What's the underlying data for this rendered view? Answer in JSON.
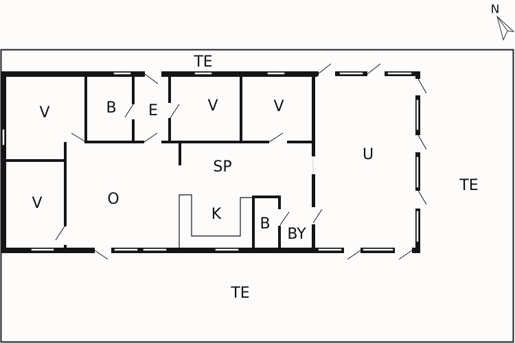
{
  "compass": {
    "label": "N"
  },
  "rooms": {
    "terrace_top": "TE",
    "terrace_right": "TE",
    "terrace_bottom": "TE",
    "bedroom_1": "V",
    "bathroom_1": "B",
    "entrance": "E",
    "bedroom_2": "V",
    "bedroom_3": "V",
    "bedroom_4": "V",
    "living": "O",
    "dining": "SP",
    "kitchen": "K",
    "bathroom_2": "B",
    "utility": "BY",
    "annex": "U"
  },
  "colors": {
    "wall": "#151515",
    "background": "#fdfcfb",
    "window": "#ffffff"
  }
}
